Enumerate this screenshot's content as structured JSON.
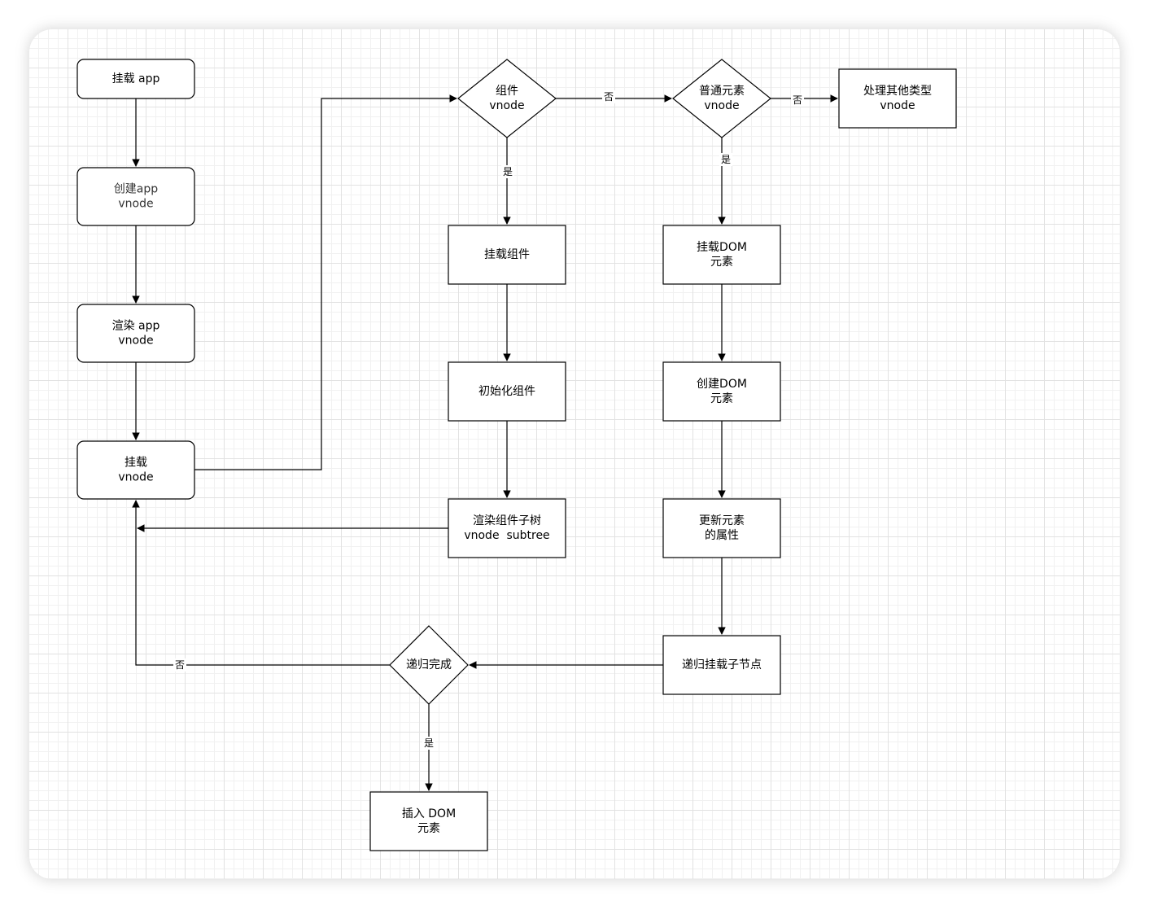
{
  "colors": {
    "stroke": "#000000",
    "node_fill": "#ffffff",
    "text": "#000000",
    "grid_major": "#e2e2e2",
    "grid_minor": "#f1f1f1"
  },
  "nodes": {
    "mount_app": {
      "lines": [
        "挂载 app"
      ]
    },
    "create_app_vnode": {
      "lines": [
        "创建app",
        "vnode"
      ]
    },
    "render_app_vnode": {
      "lines": [
        "渲染 app",
        "vnode"
      ]
    },
    "mount_vnode": {
      "lines": [
        "挂载",
        "vnode"
      ]
    },
    "is_component": {
      "lines": [
        "组件",
        "vnode"
      ]
    },
    "mount_component": {
      "lines": [
        "挂载组件"
      ]
    },
    "init_component": {
      "lines": [
        "初始化组件"
      ]
    },
    "render_subtree": {
      "lines": [
        "渲染组件子树",
        "vnode  subtree"
      ]
    },
    "is_element": {
      "lines": [
        "普通元素",
        "vnode"
      ]
    },
    "handle_other": {
      "lines": [
        "处理其他类型",
        "vnode"
      ]
    },
    "mount_dom": {
      "lines": [
        "挂载DOM",
        "元素"
      ]
    },
    "create_dom": {
      "lines": [
        "创建DOM",
        "元素"
      ]
    },
    "update_props": {
      "lines": [
        "更新元素",
        "的属性"
      ]
    },
    "mount_children": {
      "lines": [
        "递归挂载子节点"
      ]
    },
    "recursion_done": {
      "lines": [
        "递归完成"
      ]
    },
    "insert_dom": {
      "lines": [
        "插入 DOM",
        "元素"
      ]
    }
  },
  "edge_labels": {
    "component_no": "否",
    "component_yes": "是",
    "element_no": "否",
    "element_yes": "是",
    "done_no": "否",
    "done_yes": "是"
  }
}
